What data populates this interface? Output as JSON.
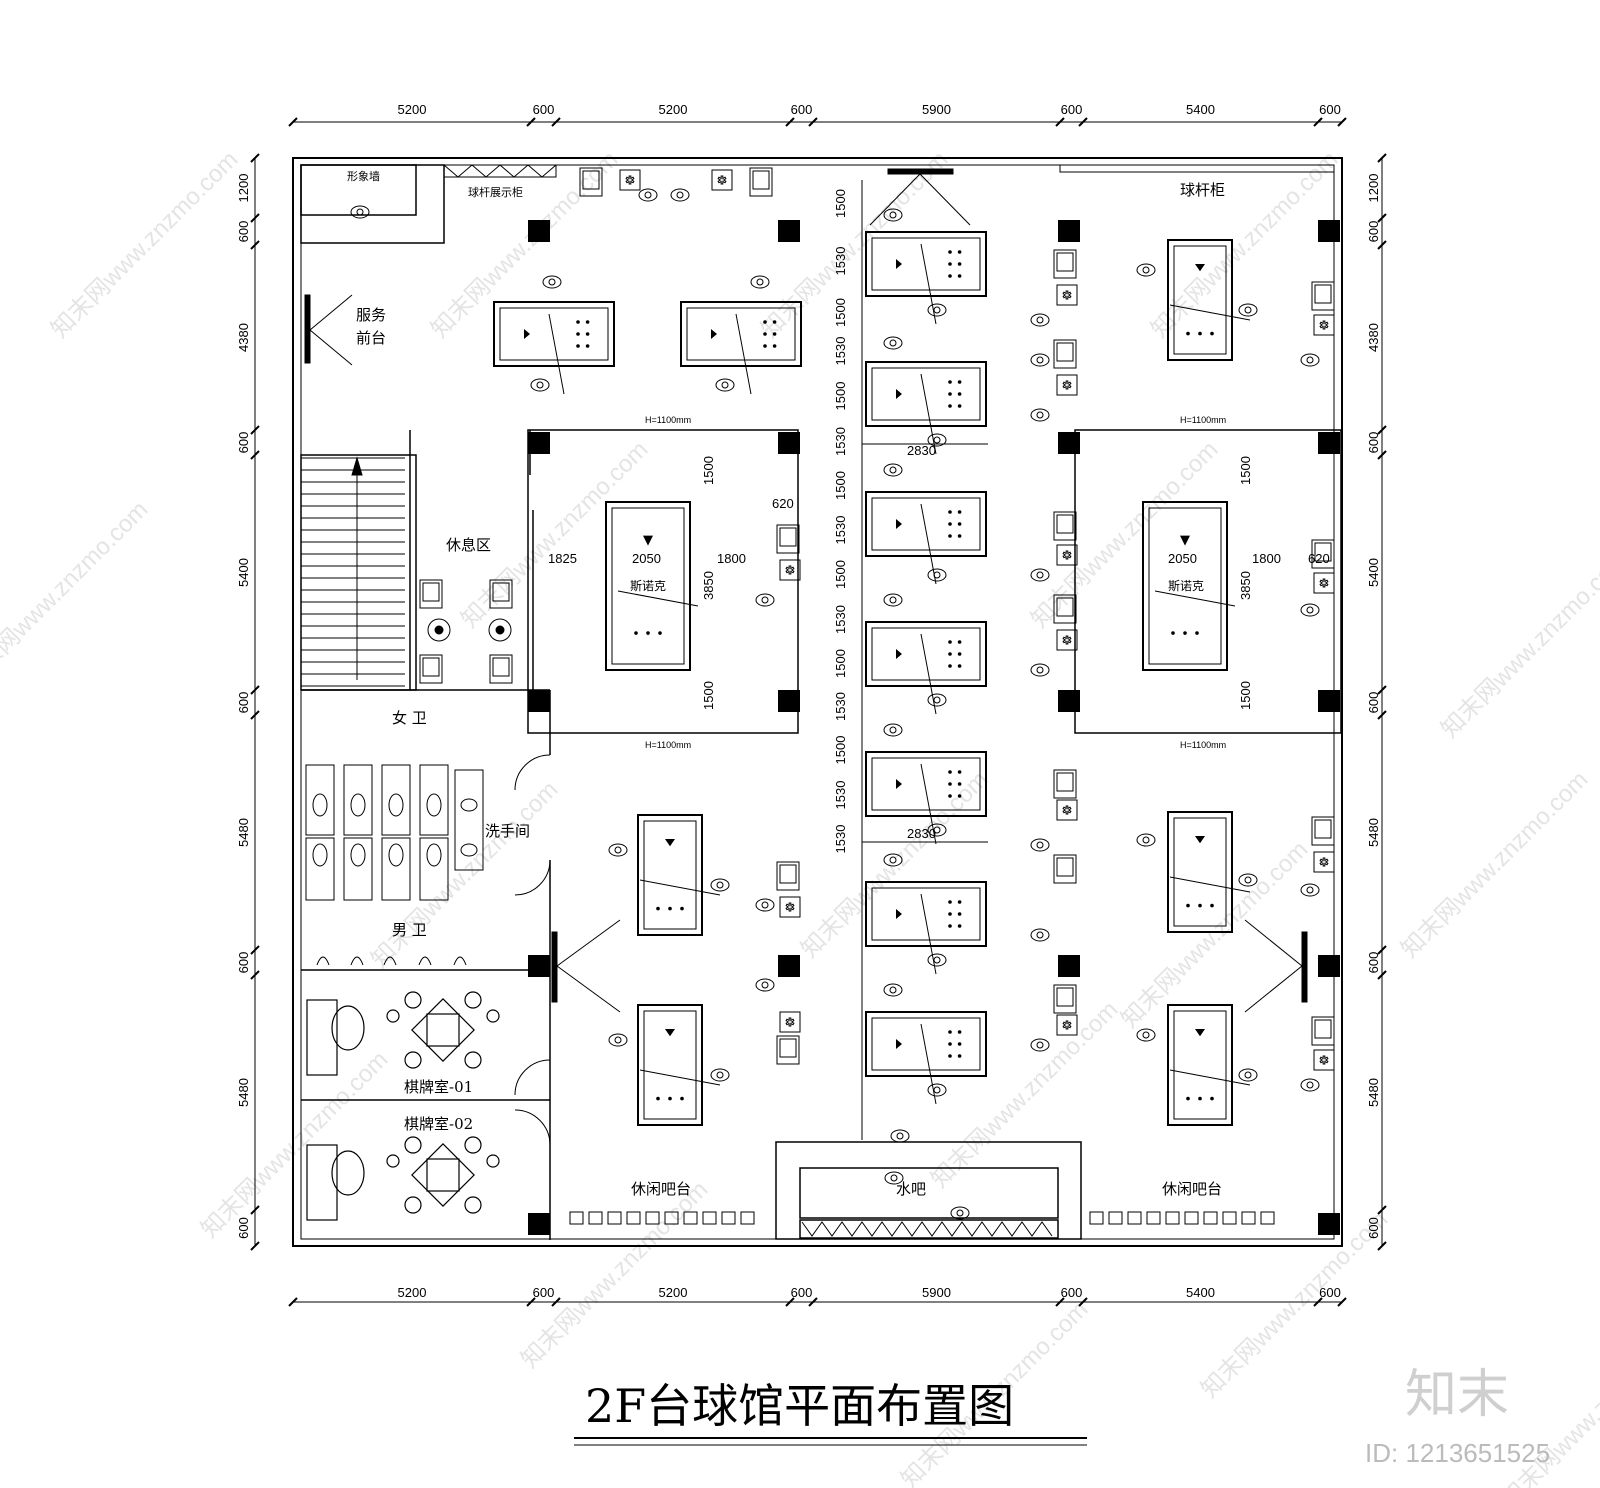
{
  "title": "2F台球馆平面布置图",
  "brand": {
    "logo": "知末",
    "id_label": "ID: 1213651525",
    "watermark": "知末网www.znzmo.com"
  },
  "dims": {
    "top": [
      "5200",
      "600",
      "5200",
      "600",
      "5900",
      "600",
      "5400",
      "600"
    ],
    "bottom": [
      "5200",
      "600",
      "5200",
      "600",
      "5900",
      "600",
      "5400",
      "600"
    ],
    "left": [
      "1200",
      "600",
      "4380",
      "600",
      "5400",
      "600",
      "5480",
      "600",
      "5480",
      "600"
    ],
    "right": [
      "1200",
      "600",
      "4380",
      "600",
      "5400",
      "600",
      "5480",
      "600",
      "5480",
      "600"
    ],
    "center_col": [
      "1500",
      "1530",
      "1500",
      "1530",
      "1500",
      "1530",
      "1500",
      "1530",
      "1500",
      "1530",
      "1500",
      "1530",
      "1500",
      "1530",
      "1530"
    ],
    "table_width": "2830",
    "height_note": "H=1100mm",
    "snooker_left": {
      "a": "1825",
      "b": "2050",
      "c": "1800",
      "d": "620",
      "h": "3850",
      "top": "1500",
      "bottom": "1500"
    },
    "snooker_right": {
      "b": "2050",
      "c": "1800",
      "d": "620",
      "h": "3850",
      "top": "1500",
      "bottom": "1500"
    }
  },
  "rooms": {
    "image_wall": "形象墙",
    "cue_display": "球杆展示柜",
    "service_1": "服务",
    "service_2": "前台",
    "lounge": "休息区",
    "snooker_left": "斯诺克",
    "snooker_right": "斯诺克",
    "women_wc": "女 卫",
    "men_wc": "男 卫",
    "washroom": "洗手间",
    "chess_01": "棋牌室-01",
    "chess_02": "棋牌室-02",
    "bar_left": "休闲吧台",
    "bar_right": "休闲吧台",
    "water_bar": "水吧",
    "cue_cabinet": "球杆柜"
  }
}
